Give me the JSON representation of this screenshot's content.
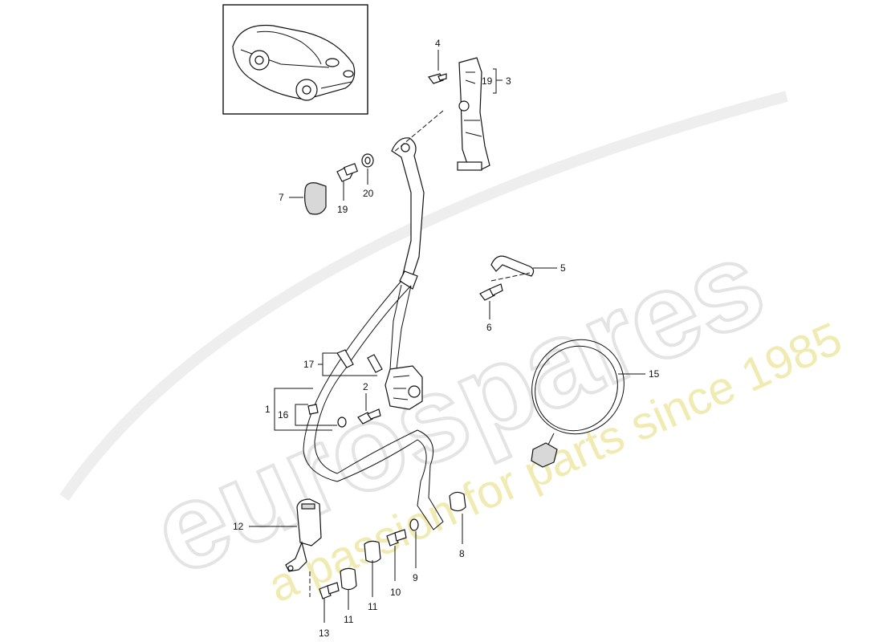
{
  "watermark": {
    "brand": "eurospares",
    "slogan": "a passion for parts since 1985"
  },
  "callouts": {
    "c1": "1",
    "c2": "2",
    "c3": "3",
    "c4": "4",
    "c5": "5",
    "c6": "6",
    "c7": "7",
    "c8": "8",
    "c9": "9",
    "c10": "10",
    "c11a": "11",
    "c11b": "11",
    "c12": "12",
    "c13": "13",
    "c15": "15",
    "c16": "16",
    "c17": "17",
    "c19a": "19",
    "c19b": "19",
    "c20": "20"
  },
  "icons": {
    "car": "car-thumbnail-icon"
  }
}
